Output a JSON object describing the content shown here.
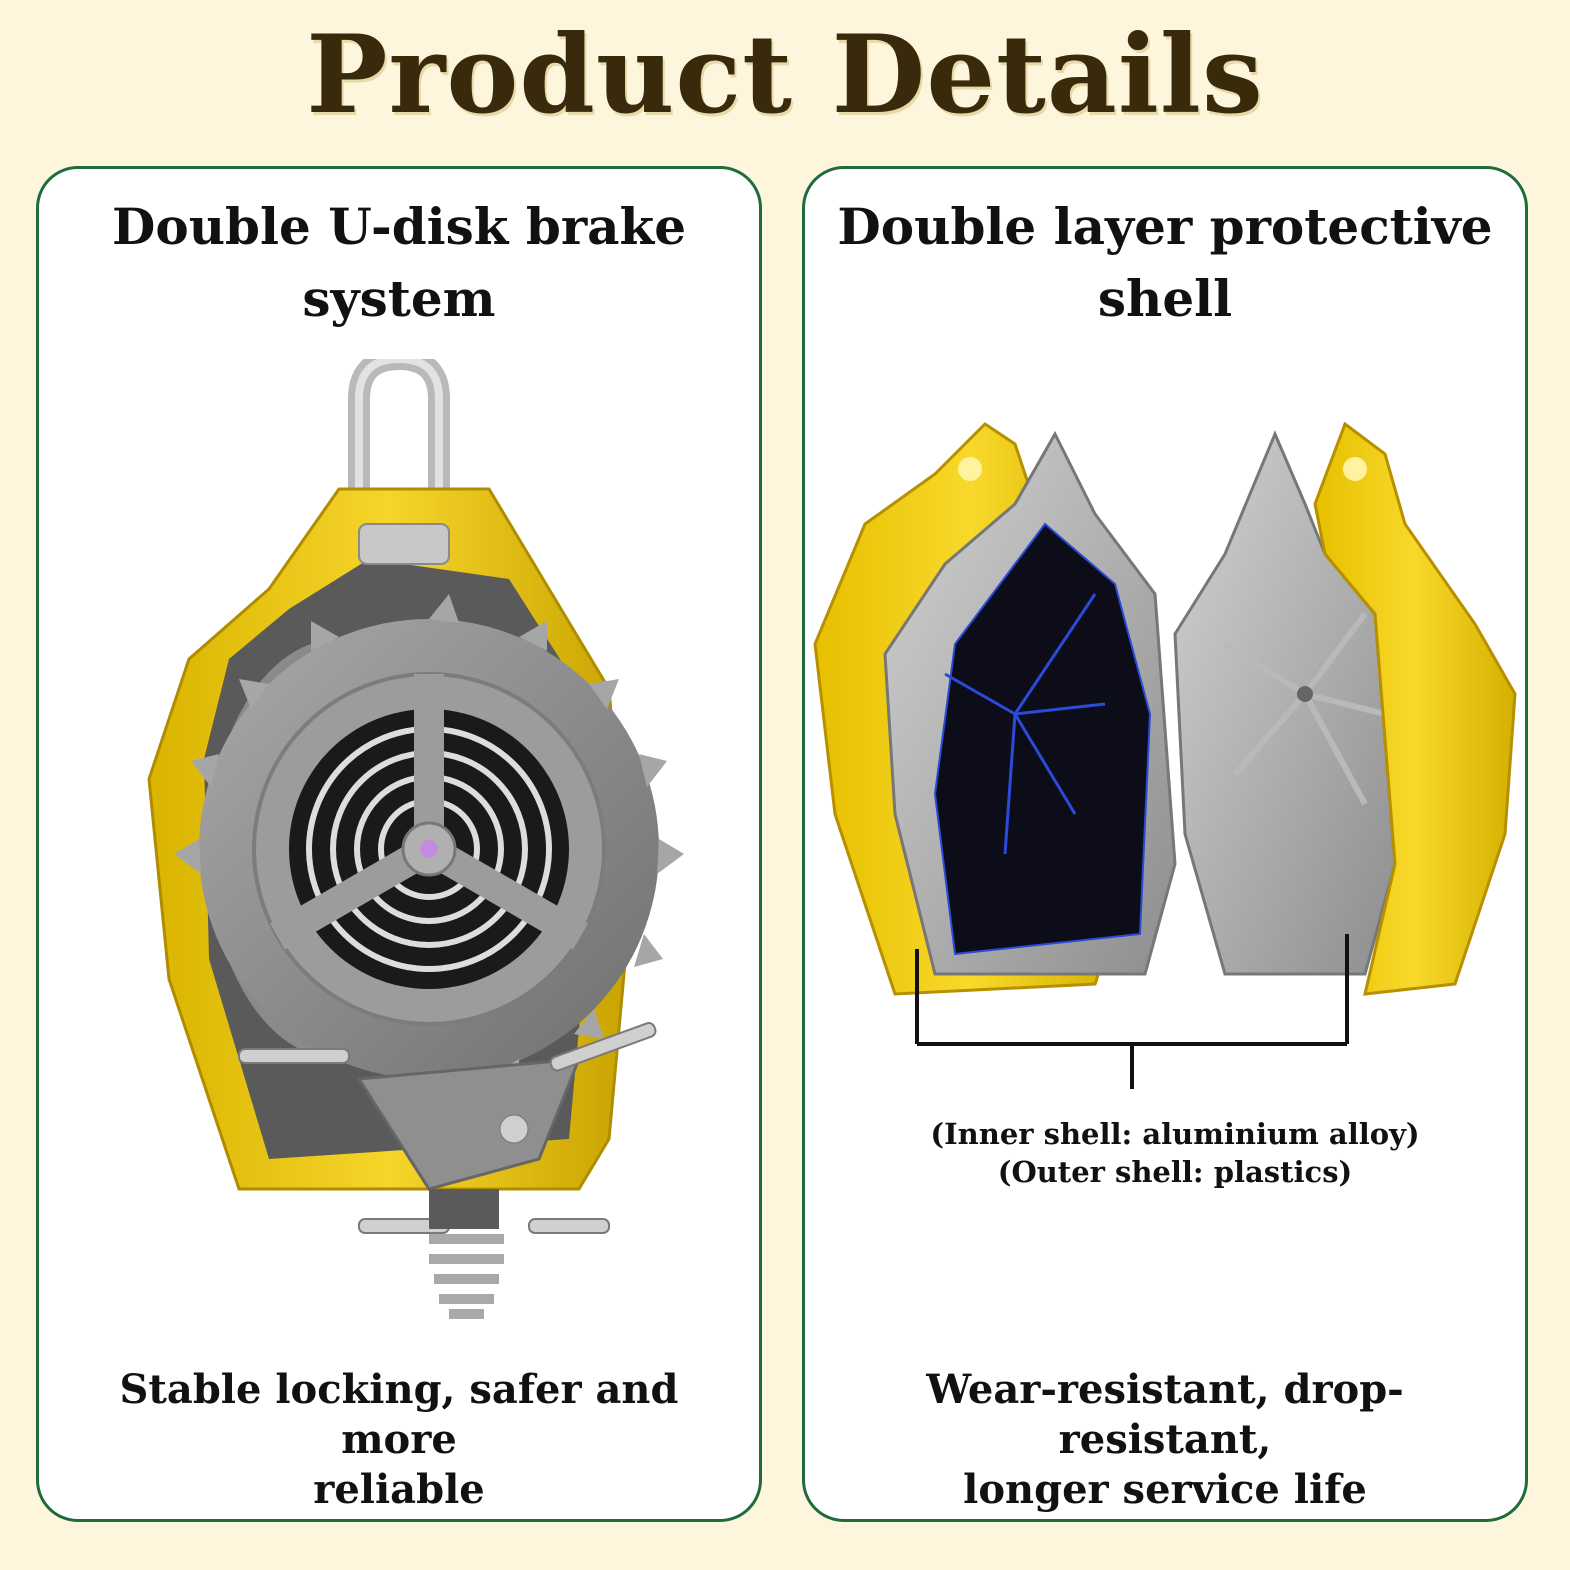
{
  "header": {
    "title": "Product Details"
  },
  "cards": [
    {
      "title_line1": "Double U-disk brake",
      "title_line2": "system",
      "caption_line1": "Stable locking, safer and more",
      "caption_line2": "reliable"
    },
    {
      "title_line1": "Double layer protective",
      "title_line2": "shell",
      "caption_line1": "Wear-resistant, drop-resistant,",
      "caption_line2": "longer service life",
      "note_line1": "(Inner shell: aluminium alloy)",
      "note_line2": "(Outer shell: plastics)"
    }
  ],
  "colors": {
    "background": "#fdf6dc",
    "card_border": "#1f6b3c",
    "title": "#3a2a0c",
    "housing_yellow": "#f2cf1a",
    "metal_gray": "#8d8d8d"
  }
}
